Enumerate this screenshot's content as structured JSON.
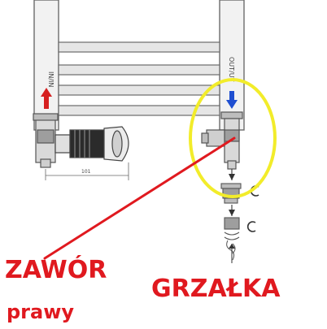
{
  "diagram": {
    "port_label_left": "IN/IN",
    "port_label_right": "OUT/UT",
    "dimension_value": "101",
    "labels": {
      "valve": "ZAWÓR",
      "valve_side": "prawy",
      "heater": "GRZAŁKA"
    },
    "colors": {
      "accent_red": "#e0191f",
      "flow_red": "#d62020",
      "flow_blue": "#1f4fd1",
      "highlight_yellow": "#f2ec2a",
      "line_gray": "#6b6b6b",
      "rail_fill": "#e6e6e6"
    }
  }
}
